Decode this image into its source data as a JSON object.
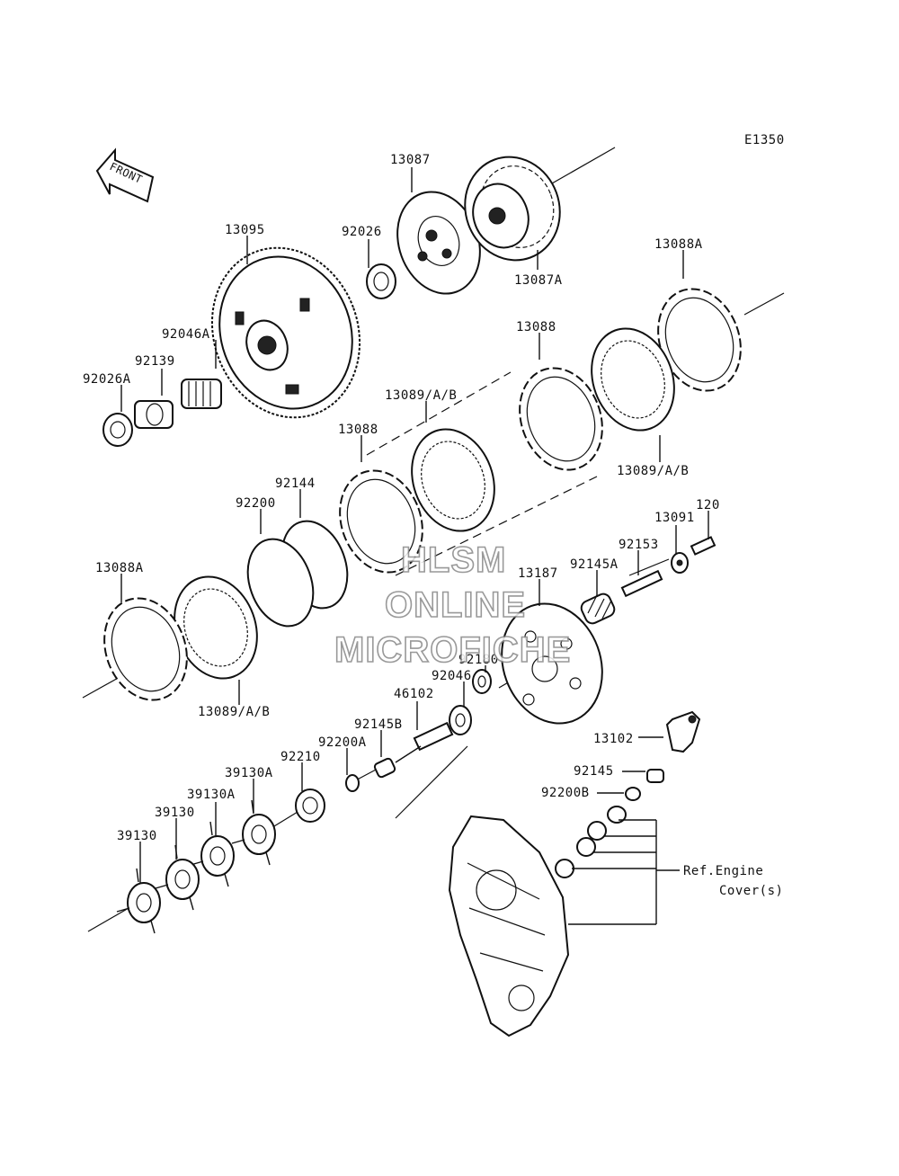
{
  "diagram_code": "E1350",
  "front_label": "FRONT",
  "watermark": {
    "line1": "HLSM",
    "line2": "ONLINE",
    "line3": "MICROFICHE"
  },
  "ref_note": {
    "line1": "Ref.Engine",
    "line2": "Cover(s)"
  },
  "labels": {
    "p13087": "13087",
    "p13087A": "13087A",
    "p13095": "13095",
    "p92026": "92026",
    "p13088A_top": "13088A",
    "p92046A": "92046A",
    "p92139": "92139",
    "p92026A": "92026A",
    "p13088_upper": "13088",
    "p13089_upper": "13089/A/B",
    "p13089_right": "13089/A/B",
    "p13088_mid": "13088",
    "p92144": "92144",
    "p92200": "92200",
    "p120": "120",
    "p13091": "13091",
    "p92153": "92153",
    "p92145A": "92145A",
    "p13187": "13187",
    "p13088A_left": "13088A",
    "p13089_lower": "13089/A/B",
    "p92180": "92180",
    "p92046": "92046",
    "p46102": "46102",
    "p92145B": "92145B",
    "p92200A": "92200A",
    "p92210": "92210",
    "p13102": "13102",
    "p39130A_1": "39130A",
    "p39130A_2": "39130A",
    "p39130_1": "39130",
    "p39130_2": "39130",
    "p92145": "92145",
    "p92200B": "92200B"
  }
}
